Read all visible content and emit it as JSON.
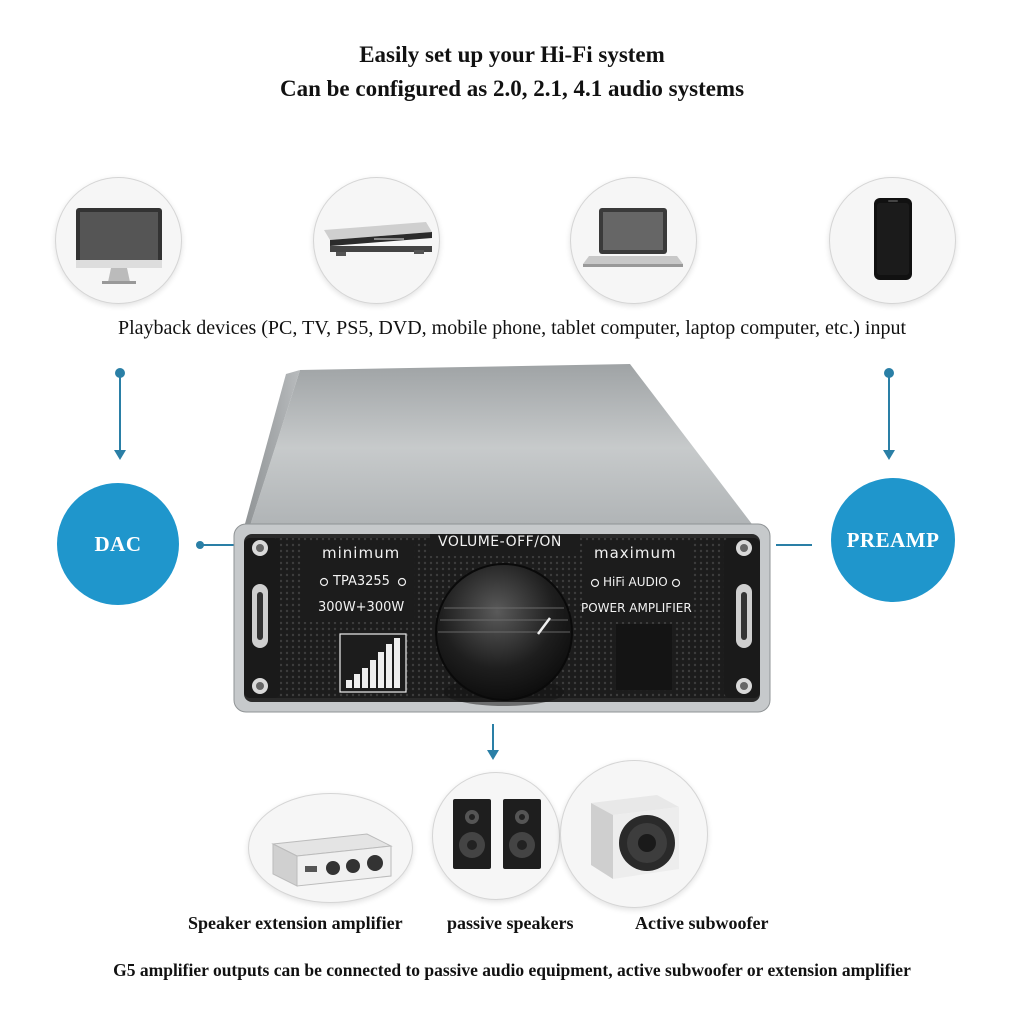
{
  "headline": {
    "line1": "Easily set up your Hi-Fi system",
    "line2": "Can be configured as 2.0, 2.1, 4.1 audio systems"
  },
  "input_devices": [
    {
      "icon": "monitor-icon"
    },
    {
      "icon": "dvd-player-icon"
    },
    {
      "icon": "laptop-icon"
    },
    {
      "icon": "smartphone-icon"
    }
  ],
  "input_caption": "Playback devices (PC, TV, PS5, DVD, mobile phone, tablet computer, laptop computer, etc.) input",
  "dac_label": "DAC",
  "preamp_label": "PREAMP",
  "amplifier": {
    "volume_label": "VOLUME-OFF/ON",
    "minimum_label": "minimum",
    "maximum_label": "maximum",
    "chip_label": "TPA3255",
    "power_label": "300W+300W",
    "hifi_label": "HiFi AUDIO",
    "type_label": "POWER AMPLIFIER"
  },
  "outputs": [
    {
      "label": "Speaker extension amplifier",
      "icon": "extension-amplifier-icon"
    },
    {
      "label": "passive speakers",
      "icon": "passive-speakers-icon"
    },
    {
      "label": "Active subwoofer",
      "icon": "subwoofer-icon"
    }
  ],
  "footer": "G5 amplifier outputs can be connected to passive audio equipment, active subwoofer or extension amplifier",
  "colors": {
    "accent_blue": "#1f96cc",
    "arrow_blue": "#2a7fa6",
    "amp_body": "#b9bdbf",
    "amp_face": "#1c1c1c"
  }
}
